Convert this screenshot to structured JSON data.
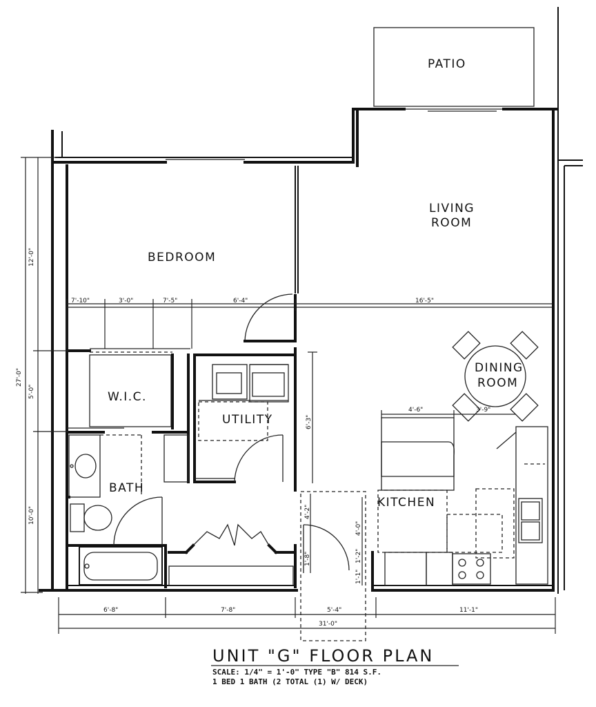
{
  "rooms": {
    "patio": "PATIO",
    "living_room_line1": "LIVING",
    "living_room_line2": "ROOM",
    "bedroom": "BEDROOM",
    "wic": "W.I.C.",
    "utility": "UTILITY",
    "bath": "BATH",
    "kitchen": "KITCHEN",
    "dining_line1": "DINING",
    "dining_line2": "ROOM"
  },
  "dimensions": {
    "top_segment_1": "7'-10\"",
    "top_segment_2": "3'-0\"",
    "top_segment_3": "7'-5\"",
    "top_segment_4": "6'-4\"",
    "top_segment_5": "16'-5\"",
    "left_upper": "12'-0\"",
    "left_middle": "5'-0\"",
    "left_lower": "10'-0\"",
    "left_total": "27'-0\"",
    "utility_height": "6'-3\"",
    "counter_width": "4'-6\"",
    "dining_gap": "3'-9\"",
    "entry_1": "4'-2\"",
    "entry_2": "1'-8\"",
    "kitchen_1": "4'-0\"",
    "kitchen_2": "1'-2\"",
    "kitchen_3": "1'-1\"",
    "bottom_1": "6'-8\"",
    "bottom_2": "7'-8\"",
    "bottom_3": "5'-4\"",
    "bottom_4": "11'-1\"",
    "bottom_total": "31'-0\""
  },
  "title": {
    "main": "UNIT \"G\" FLOOR PLAN",
    "line2": "SCALE: 1/4\" = 1'-0\"   TYPE \"B\"  814 S.F.",
    "line3": "1 BED 1 BATH (2 TOTAL (1) W/ DECK)"
  }
}
